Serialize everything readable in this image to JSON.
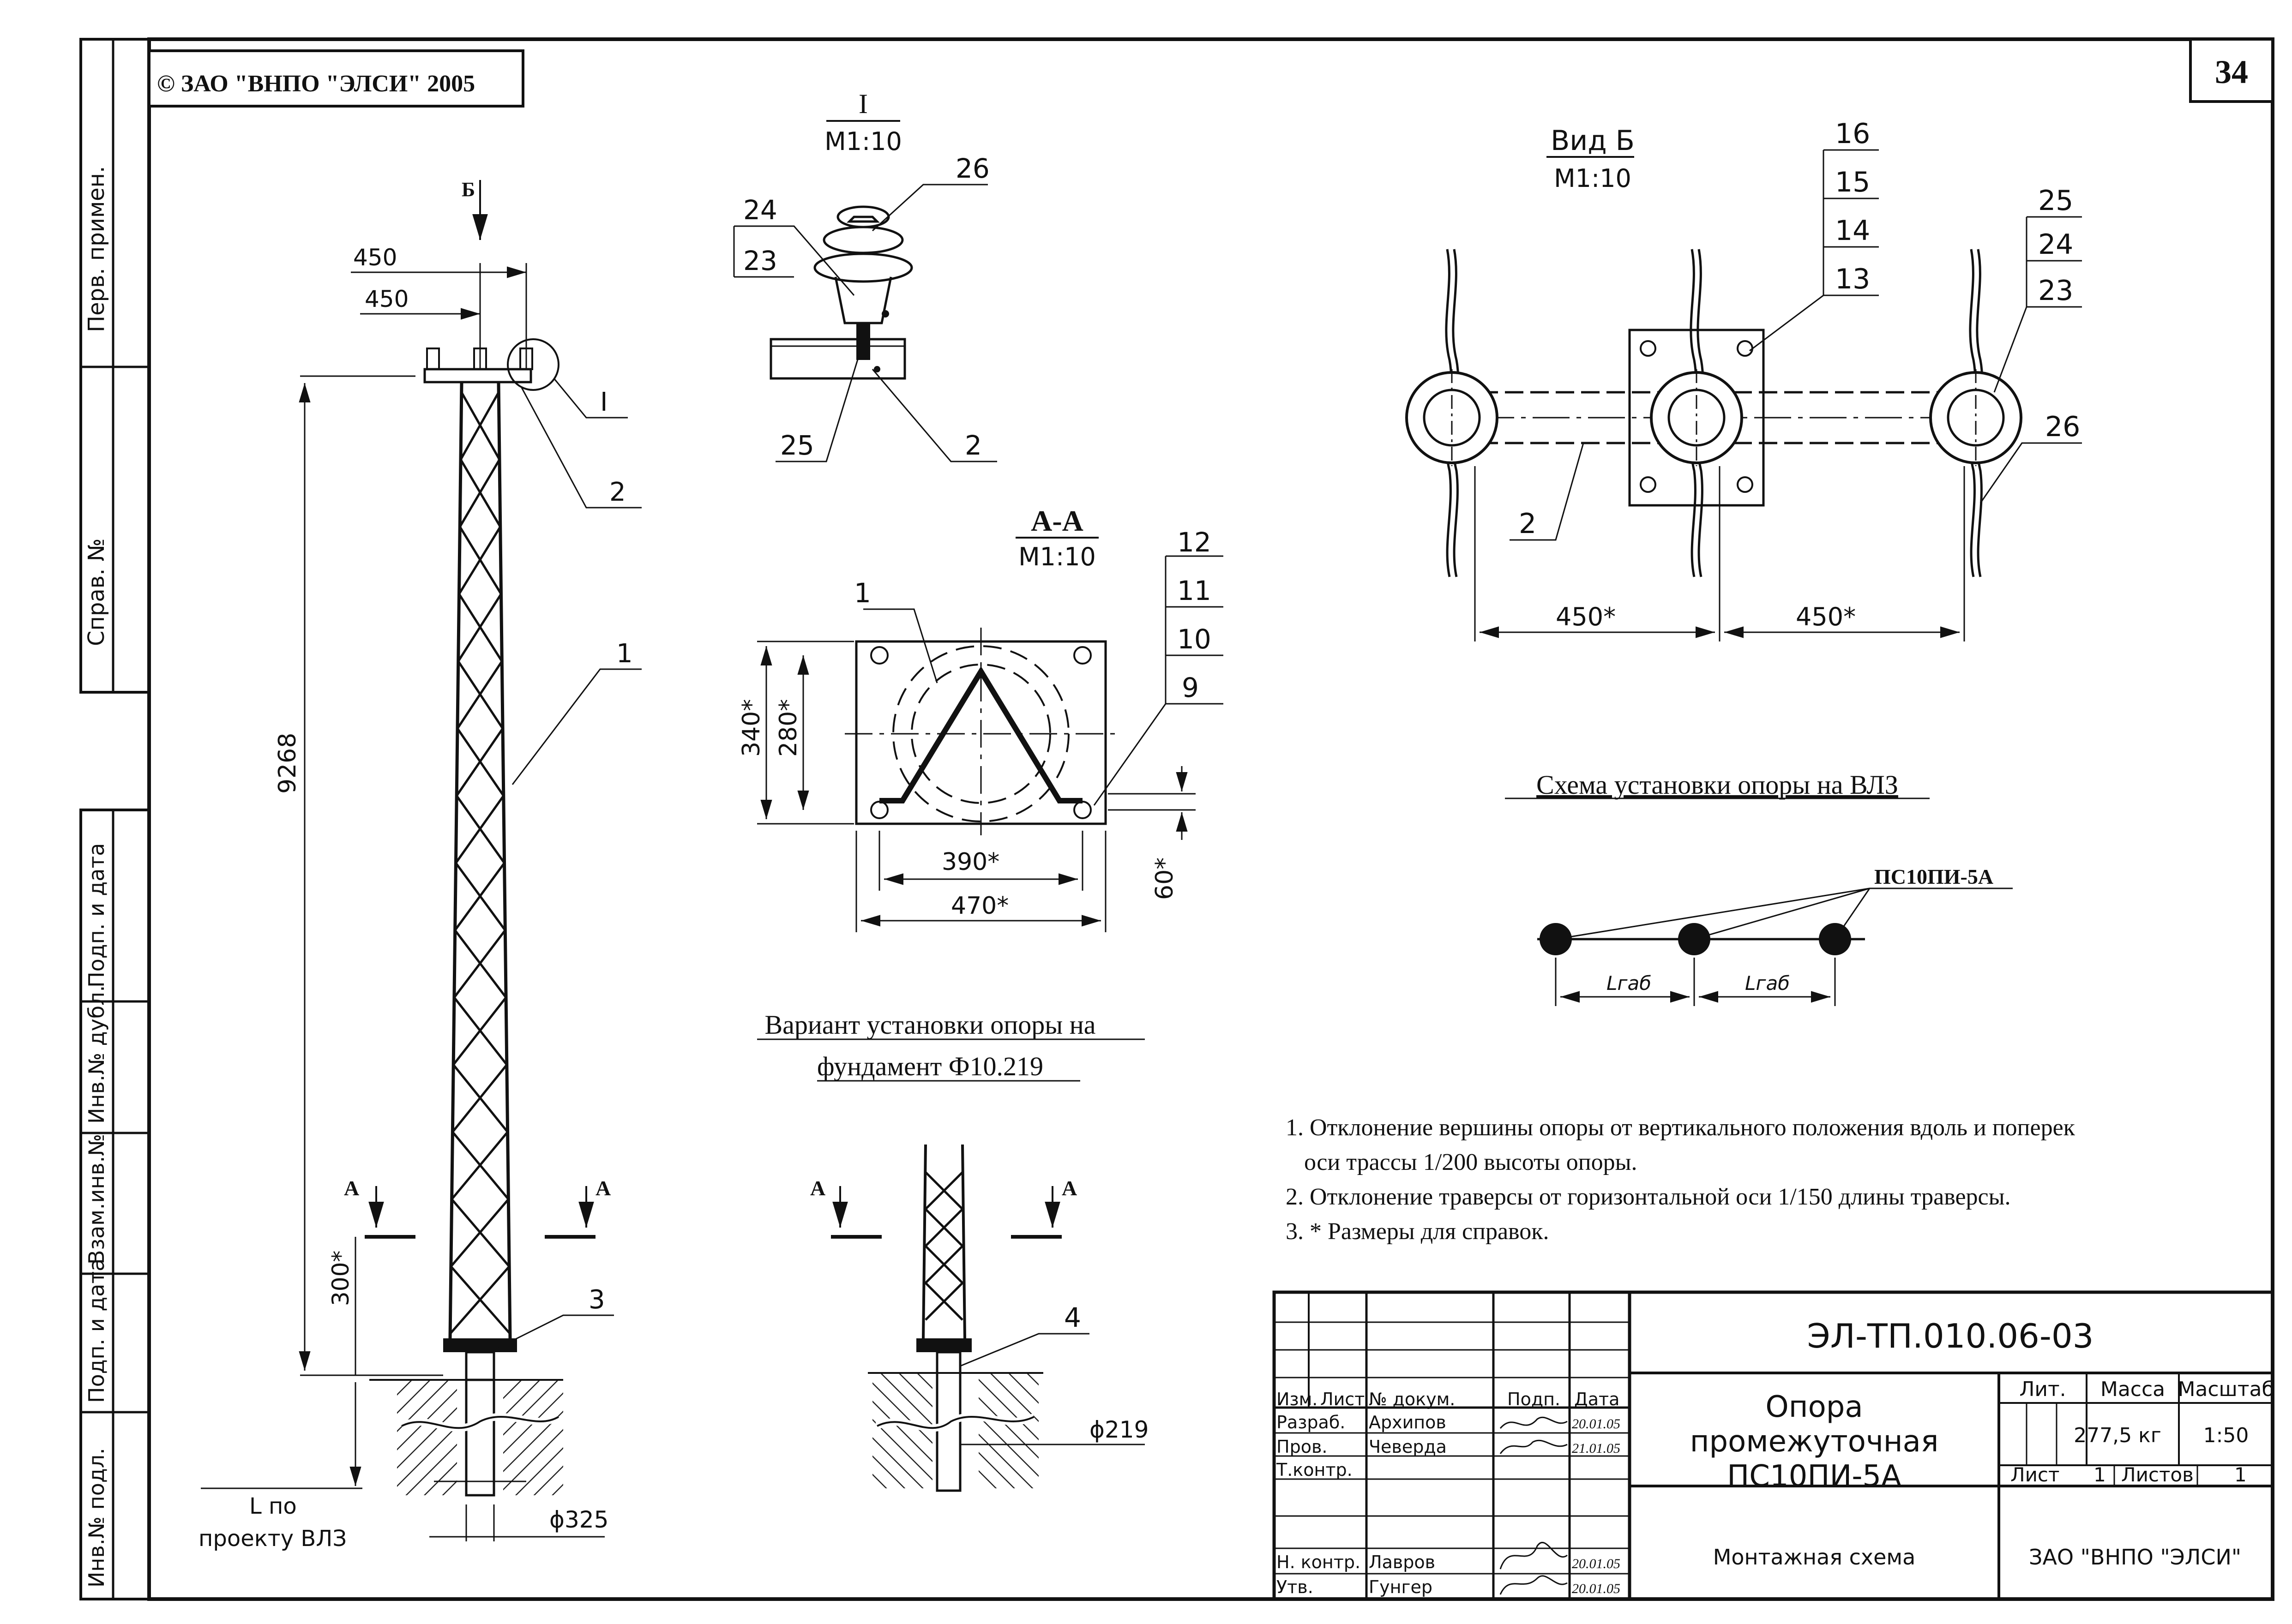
{
  "header": {
    "copyright": "© ЗАО \"ВНПО \"ЭЛСИ\" 2005",
    "sheet_number": "34"
  },
  "side_stamp": {
    "perv_primen": "Перв. примен.",
    "sprav_no": "Справ. №",
    "podp_i_data_1": "Подп. и дата",
    "inv_dubl": "Инв.№ дубл.",
    "vzam_inv": "Взам.инв.№",
    "podp_i_data_2": "Подп. и дата",
    "inv_podl": "Инв.№ подл."
  },
  "pole_view": {
    "label_b": "Б",
    "dim_450_top": "450",
    "dim_450_inner": "450",
    "dim_height": "9268",
    "dim_300": "300*",
    "dim_d325": "ϕ325",
    "L_line1": "L по",
    "L_line2": "проекту ВЛЗ",
    "callout_1": "1",
    "callout_2": "2",
    "callout_3": "3",
    "callout_I": "I",
    "section_A_left": "А",
    "section_A_right": "А"
  },
  "detail_I": {
    "title": "I",
    "scale": "М1:10",
    "c26": "26",
    "c24": "24",
    "c23": "23",
    "c25": "25",
    "c2": "2"
  },
  "section_AA": {
    "title": "А-А",
    "scale": "М1:10",
    "c1": "1",
    "c12": "12",
    "c11": "11",
    "c10": "10",
    "c9": "9",
    "dim_340": "340*",
    "dim_280": "280*",
    "dim_390": "390*",
    "dim_470": "470*",
    "dim_60": "60*"
  },
  "view_B": {
    "title": "Вид Б",
    "scale": "М1:10",
    "c16": "16",
    "c15": "15",
    "c14": "14",
    "c13": "13",
    "c25": "25",
    "c24": "24",
    "c23": "23",
    "c26": "26",
    "c2": "2",
    "dim_450_left": "450*",
    "dim_450_right": "450*"
  },
  "scheme": {
    "title": "Схема установки опоры на ВЛЗ",
    "pole_label": "ПС10ПИ-5А",
    "lgab_1": "Lгаб",
    "lgab_2": "Lгаб"
  },
  "foundation": {
    "title_line1": "Вариант установки опоры на",
    "title_line2": "фундамент Ф10.219",
    "c4": "4",
    "dim_d219": "ϕ219",
    "section_A_left": "А",
    "section_A_right": "А"
  },
  "notes": [
    "1. Отклонение вершины опоры от вертикального положения вдоль и поперек",
    "оси трассы 1/200 высоты опоры.",
    "2. Отклонение траверсы от горизонтальной оси 1/150 длины траверсы.",
    "3. * Размеры для справок."
  ],
  "title_block": {
    "doc_code": "ЭЛ-ТП.010.06-03",
    "name_line1": "Опора",
    "name_line2": "промежуточная",
    "name_line3": "ПС10ПИ-5А",
    "drawing_type": "Монтажная схема",
    "company": "ЗАО \"ВНПО \"ЭЛСИ\"",
    "col_izm": "Изм.",
    "col_list": "Лист",
    "col_doc": "№ докум.",
    "col_podp": "Подп.",
    "col_data": "Дата",
    "razrab_role": "Разраб.",
    "razrab_name": "Архипов",
    "prov_role": "Пров.",
    "prov_name": "Чеверда",
    "tkontr_role": "Т.контр.",
    "nkontr_role": "Н. контр.",
    "nkontr_name": "Лавров",
    "utv_role": "Утв.",
    "utv_name": "Гунгер",
    "date_1": "20.01.05",
    "date_2": "21.01.05",
    "date_3": "20.01.05",
    "date_4": "20.01.05",
    "lit_label": "Лит.",
    "massa_label": "Масса",
    "masshtab_label": "Масштаб",
    "massa_value": "277,5 кг",
    "masshtab_value": "1:50",
    "list_label": "Лист",
    "list_value": "1",
    "listov_label": "Листов",
    "listov_value": "1"
  }
}
